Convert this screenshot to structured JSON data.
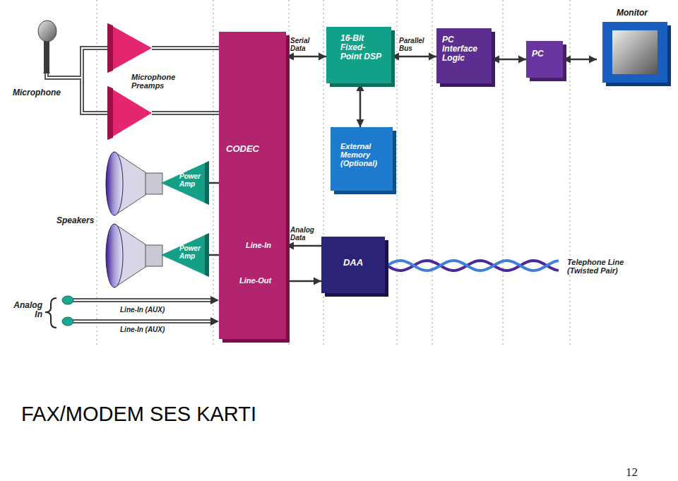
{
  "diagram": {
    "caption": "FAX/MODEM SES KARTI",
    "nodes": [
      {
        "text": [
          "CODEC",
          "Line-In",
          "Line-Out"
        ]
      },
      {
        "text": [
          "16-Bit Fixed-Point DSP"
        ]
      },
      {
        "text": [
          "PC Interface Logic"
        ]
      },
      {
        "text": [
          "PC"
        ]
      },
      {
        "text": [
          "Monitor"
        ]
      },
      {
        "text": [
          "External Memory (Optional)"
        ]
      },
      {
        "text": [
          "Power Amp"
        ]
      },
      {
        "text": [
          "Power Amp"
        ]
      },
      {
        "text": [
          "DAA"
        ]
      }
    ],
    "edges": [
      {
        "from": 0,
        "to": 1,
        "arrow": "both",
        "label": "Serial Data"
      },
      {
        "from": 1,
        "to": 2,
        "arrow": "both",
        "label": "Parallel Bus"
      },
      {
        "from": 2,
        "to": 3,
        "arrow": "both"
      },
      {
        "from": 3,
        "to": 4,
        "arrow": "both"
      },
      {
        "from": 1,
        "to": 5,
        "arrow": "both"
      },
      {
        "from": 0,
        "to": 6,
        "arrow": "none"
      },
      {
        "from": 0,
        "to": 7,
        "arrow": "none"
      },
      {
        "from": 8,
        "to": 0,
        "arrow": "to",
        "label": "Analog Data"
      },
      {
        "from": 0,
        "to": 8,
        "arrow": "to"
      }
    ],
    "labels": [
      "Microphone",
      "Microphone Preamps",
      "Speakers",
      "Analog In",
      "Line-In (AUX)",
      "Line-In (AUX)",
      "Telephone Line (Twisted Pair)",
      "12"
    ]
  }
}
